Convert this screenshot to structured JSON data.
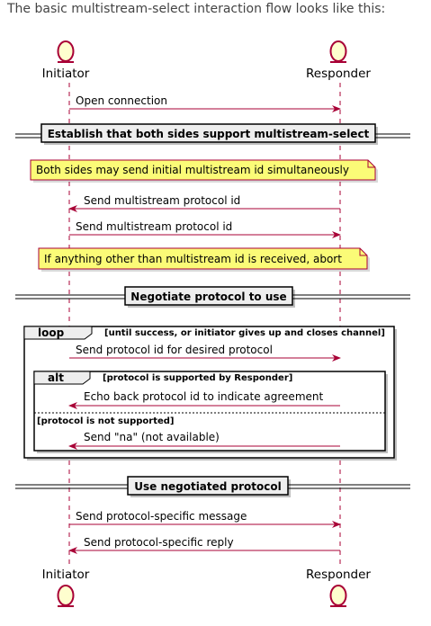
{
  "intro": "The basic multistream-select interaction flow looks like this:",
  "actors": {
    "left": "Initiator",
    "right": "Responder"
  },
  "messages": {
    "open_connection": "Open connection",
    "send_ms_id_1": "Send multistream protocol id",
    "send_ms_id_2": "Send multistream protocol id",
    "send_desired": "Send protocol id for desired protocol",
    "echo_back": "Echo back protocol id to indicate agreement",
    "send_na": "Send \"na\" (not available)",
    "send_specific_msg": "Send protocol-specific message",
    "send_specific_reply": "Send protocol-specific reply"
  },
  "separators": {
    "establish": "Establish that both sides support multistream-select",
    "negotiate": "Negotiate protocol to use",
    "use": "Use negotiated protocol"
  },
  "notes": {
    "simultaneous": "Both sides may send initial multistream id simultaneously",
    "abort": "If anything other than multistream id is received, abort"
  },
  "loop_frame": {
    "keyword": "loop",
    "condition": "[until success, or initiator gives up and closes channel]"
  },
  "alt_frame": {
    "keyword": "alt",
    "condition": "[protocol is supported by Responder]",
    "else_condition": "[protocol is not supported]"
  },
  "colors": {
    "actor_fill": "#fefece",
    "actor_stroke": "#a80036",
    "arrow": "#a80036",
    "note_fill": "#fbfb77",
    "separator_fill": "#eeeeee"
  }
}
